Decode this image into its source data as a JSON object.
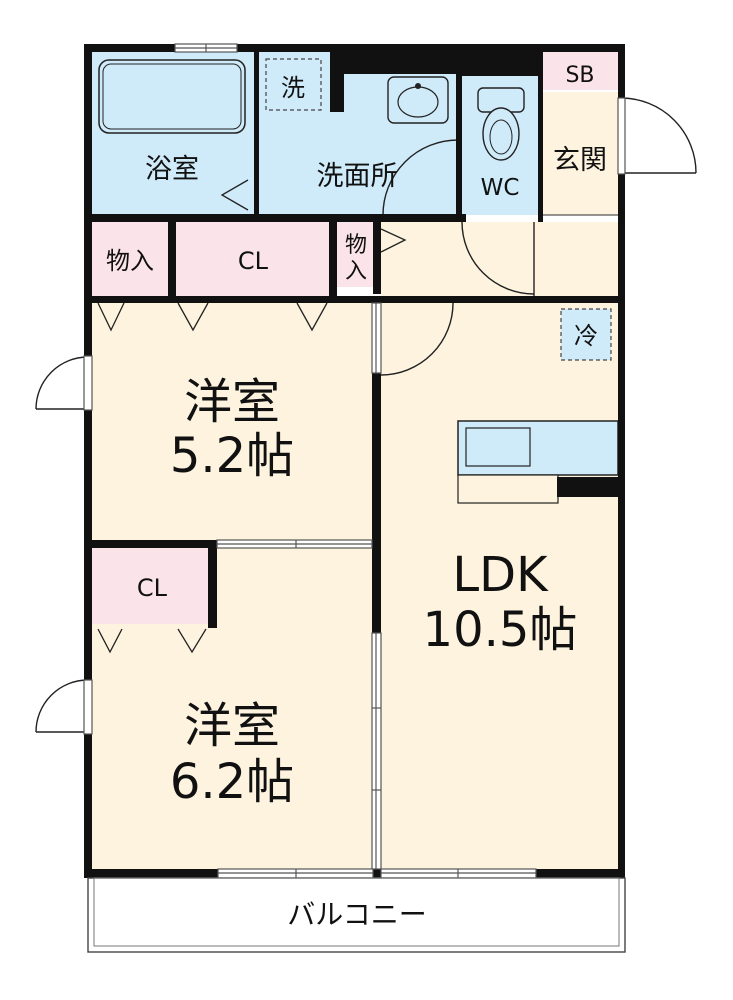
{
  "rooms": {
    "bath": "浴室",
    "washroom": "洗面所",
    "washer": "洗",
    "wc": "WC",
    "shoebox": "SB",
    "entrance": "玄関",
    "storage_left": "物入",
    "closet_top": "CL",
    "storage_mid": "物入",
    "fridge": "冷",
    "western1_name": "洋室",
    "western1_size": "5.2帖",
    "ldk_name": "LDK",
    "ldk_size": "10.5帖",
    "closet_lower": "CL",
    "western2_name": "洋室",
    "western2_size": "6.2帖",
    "balcony": "バルコニー"
  },
  "colors": {
    "wet_area": "#cfeaf8",
    "closet": "#fbe3ea",
    "room": "#fdf3df",
    "wall": "#111111"
  }
}
